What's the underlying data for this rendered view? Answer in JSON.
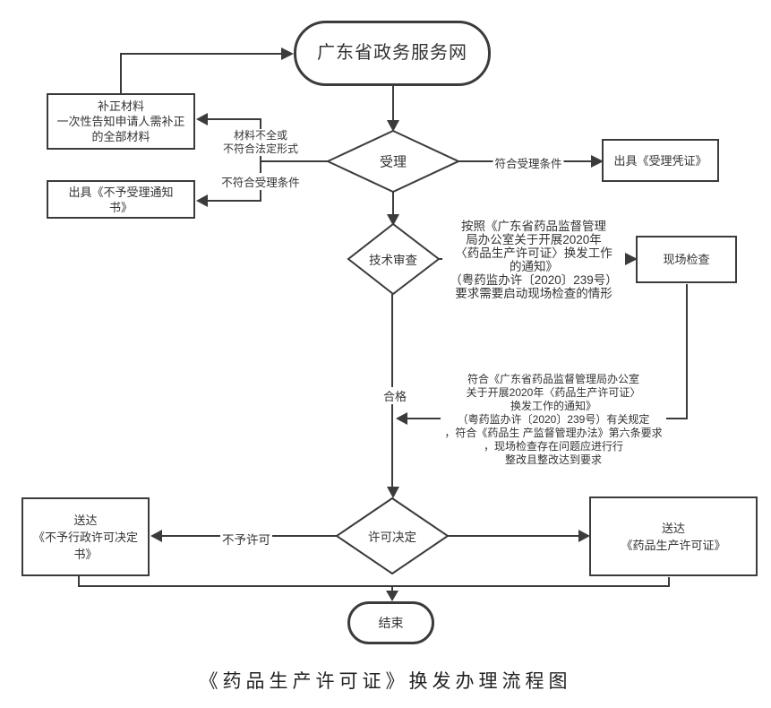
{
  "diagram": {
    "caption": "《药品生产许可证》换发办理流程图",
    "nodes": {
      "start": "广东省政务服务网",
      "accept": "受理",
      "supplement": "补正材料\n一次性告知申请人需补正\n的全部材料",
      "reject_notice": "出具《不予受理通知\n书》",
      "accept_receipt": "出具《受理凭证》",
      "tech_review": "技术审查",
      "site_inspection": "现场检查",
      "license_decision": "许可决定",
      "deliver_denial": "送达\n《不予行政许可决定\n书》",
      "deliver_license": "送达\n《药品生产许可证》",
      "end": "结束"
    },
    "edge_labels": {
      "incomplete": "材料不全或\n不符合法定形式",
      "not_meet_accept": "不符合受理条件",
      "meet_accept": "符合受理条件",
      "qualified": "合格",
      "not_permitted": "不予许可"
    },
    "notes": {
      "inspection_trigger": "按照《广东省药品监督管理\n局办公室关于开展2020年\n〈药品生产许可证〉换发工作\n的通知》\n（粤药监办许〔2020〕239号）\n要求需要启动现场检查的情形",
      "qualified_basis": "符合《广东省药品监督管理局办公室\n关于开展2020年〈药品生产许可证〉\n换发工作的通知》\n（粤药监办许〔2020〕239号）有关规定\n，符合《药品生 产监督管理办法》第六条要求\n，现场检查存在问题应进行行\n整改且整改达到要求"
    },
    "colors": {
      "line": "#3b3b3b",
      "text": "#333333",
      "background": "#ffffff"
    }
  }
}
